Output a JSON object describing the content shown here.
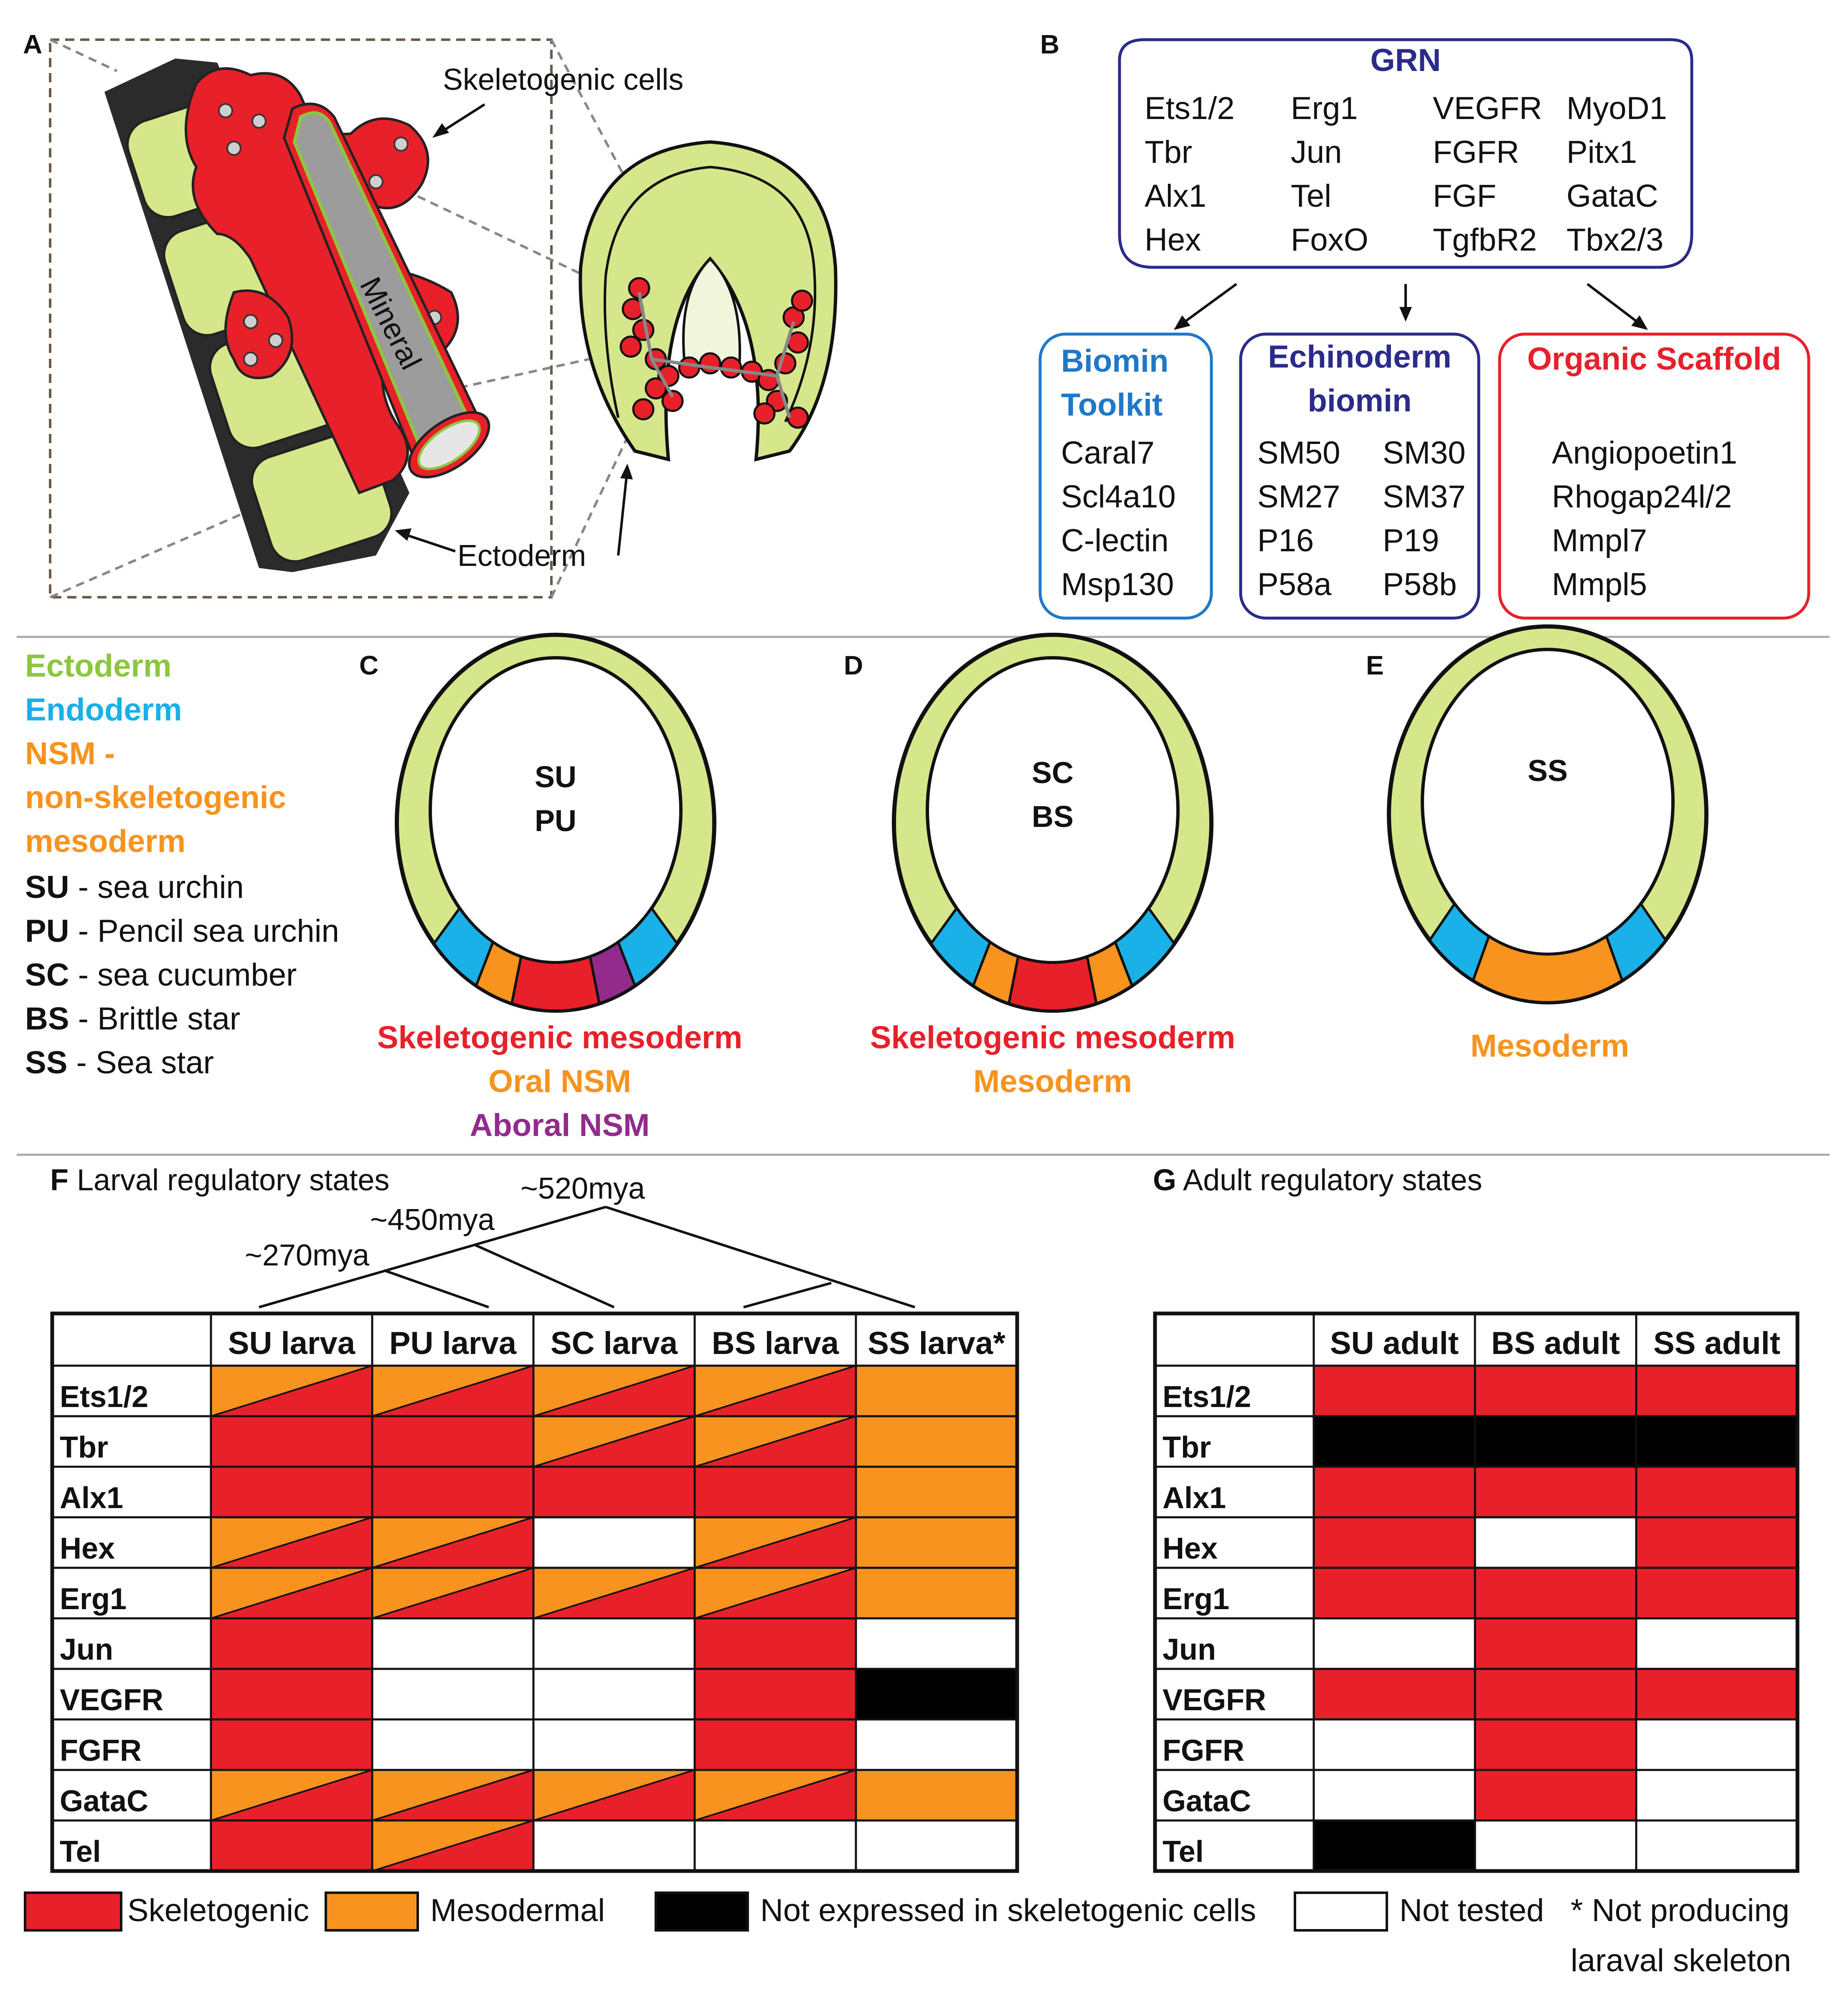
{
  "colors": {
    "skeletogenic": "#e8202a",
    "mesodermal": "#f7931e",
    "not_expressed": "#000000",
    "not_tested": "#ffffff",
    "ectoderm": "#d6e68a",
    "endoderm": "#1ab0e8",
    "aboral_nsm": "#922b8c",
    "grn": "#2b2b8a",
    "biomin": "#1f78c8",
    "organic": "#e8202a",
    "legend_green": "#8dc63f",
    "legend_blue": "#1ab0e8",
    "legend_orange": "#f7931e"
  },
  "panelA": {
    "letter": "A",
    "skeletogenic_cells": "Skeletogenic cells",
    "mineral": "Mineral",
    "ectoderm": "Ectoderm"
  },
  "panelB": {
    "letter": "B",
    "grn_title": "GRN",
    "grn_col1": [
      "Ets1/2",
      "Tbr",
      "Alx1",
      "Hex"
    ],
    "grn_col2": [
      "Erg1",
      "Jun",
      "Tel",
      "FoxO"
    ],
    "grn_col3": [
      "VEGFR",
      "FGFR",
      "FGF",
      "TgfbR2"
    ],
    "grn_col4": [
      "MyoD1",
      "Pitx1",
      "GataC",
      "Tbx2/3"
    ],
    "biomin_title1": "Biomin",
    "biomin_title2": "Toolkit",
    "biomin_genes": [
      "Caral7",
      "Scl4a10",
      "C-lectin",
      "Msp130"
    ],
    "echino_title1": "Echinoderm",
    "echino_title2": "biomin",
    "echino_col1": [
      "SM50",
      "SM27",
      "P16",
      "P58a"
    ],
    "echino_col2": [
      "SM30",
      "SM37",
      "P19",
      "P58b"
    ],
    "organic_title": "Organic Scaffold",
    "organic_genes": [
      "Angiopoetin1",
      "Rhogap24l/2",
      "Mmpl7",
      "Mmpl5"
    ]
  },
  "legendLeft": {
    "ectoderm": "Ectoderm",
    "endoderm": "Endoderm",
    "nsm1": "NSM -",
    "nsm2": "non-skeletogenic",
    "nsm3": "mesoderm",
    "species": [
      {
        "abbr": "SU",
        "name": " - sea urchin"
      },
      {
        "abbr": "PU",
        "name": " - Pencil sea urchin"
      },
      {
        "abbr": "SC",
        "name": " - sea cucumber"
      },
      {
        "abbr": "BS",
        "name": " - Brittle star"
      },
      {
        "abbr": "SS",
        "name": " - Sea star"
      }
    ]
  },
  "panelC": {
    "letter": "C",
    "line1": "SU",
    "line2": "PU",
    "lab1": "Skeletogenic mesoderm",
    "lab2": "Oral NSM",
    "lab3": "Aboral NSM"
  },
  "panelD": {
    "letter": "D",
    "line1": "SC",
    "line2": "BS",
    "lab1": "Skeletogenic mesoderm",
    "lab2": "Mesoderm"
  },
  "panelE": {
    "letter": "E",
    "line1": "SS",
    "lab1": "Mesoderm"
  },
  "panelF": {
    "letter": "F",
    "title": " Larval regulatory states",
    "tree": [
      "~520mya",
      "~450mya",
      "~270mya"
    ],
    "columns": [
      "SU larva",
      "PU larva",
      "SC larva",
      "BS larva",
      "SS larva*"
    ],
    "rows": [
      "Ets1/2",
      "Tbr",
      "Alx1",
      "Hex",
      "Erg1",
      "Jun",
      "VEGFR",
      "FGFR",
      "GataC",
      "Tel"
    ],
    "cells": [
      [
        "RO",
        "RO",
        "RO",
        "RO",
        "O"
      ],
      [
        "R",
        "R",
        "RO",
        "RO",
        "O"
      ],
      [
        "R",
        "R",
        "R",
        "R",
        "O"
      ],
      [
        "RO",
        "RO",
        "W",
        "RO",
        "O"
      ],
      [
        "RO",
        "RO",
        "RO",
        "RO",
        "O"
      ],
      [
        "R",
        "W",
        "W",
        "R",
        "W"
      ],
      [
        "R",
        "W",
        "W",
        "R",
        "K"
      ],
      [
        "R",
        "W",
        "W",
        "R",
        "W"
      ],
      [
        "RO",
        "RO",
        "RO",
        "RO",
        "O"
      ],
      [
        "R",
        "RO",
        "W",
        "W",
        "W"
      ]
    ]
  },
  "panelG": {
    "letter": "G",
    "title": " Adult regulatory states",
    "columns": [
      "SU adult",
      "BS adult",
      "SS adult"
    ],
    "rows": [
      "Ets1/2",
      "Tbr",
      "Alx1",
      "Hex",
      "Erg1",
      "Jun",
      "VEGFR",
      "FGFR",
      "GataC",
      "Tel"
    ],
    "cells": [
      [
        "R",
        "R",
        "R"
      ],
      [
        "K",
        "K",
        "K"
      ],
      [
        "R",
        "R",
        "R"
      ],
      [
        "R",
        "W",
        "R"
      ],
      [
        "R",
        "R",
        "R"
      ],
      [
        "W",
        "R",
        "W"
      ],
      [
        "R",
        "R",
        "R"
      ],
      [
        "W",
        "R",
        "W"
      ],
      [
        "W",
        "R",
        "W"
      ],
      [
        "K",
        "W",
        "W"
      ]
    ]
  },
  "legendBottom": {
    "skeletogenic": "Skeletogenic",
    "mesodermal": "Mesodermal",
    "not_expressed": "Not expressed in skeletogenic cells",
    "not_tested": "Not tested",
    "note1": "* Not producing",
    "note2": "laraval skeleton"
  }
}
